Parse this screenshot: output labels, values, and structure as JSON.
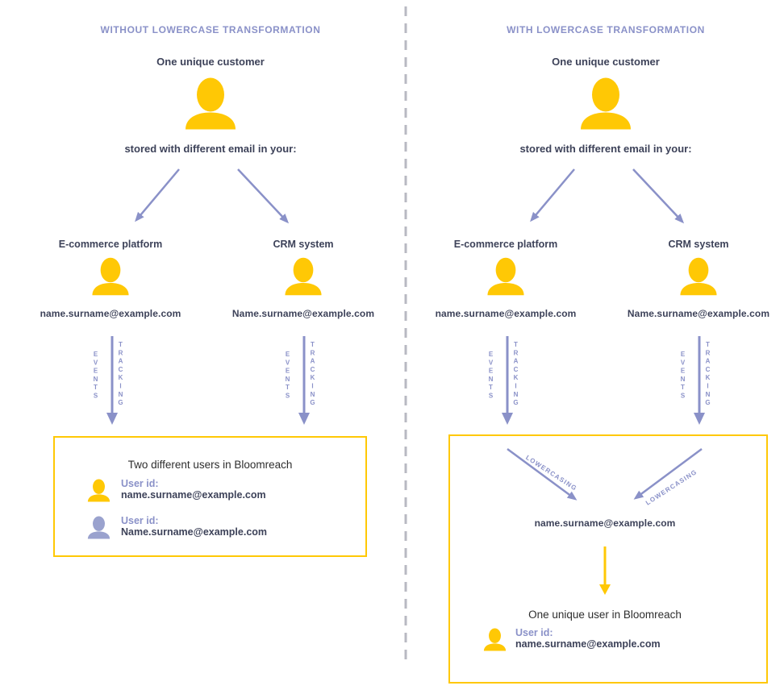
{
  "colors": {
    "accent_purple": "#8a91c8",
    "dark_navy": "#3d4259",
    "brand_yellow": "#ffc805",
    "purple_icon": "#9aa2ce",
    "divider_gray": "#b8b9c2"
  },
  "panels": {
    "left": {
      "title": "WITHOUT LOWERCASE TRANSFORMATION",
      "customer_label": "One unique customer",
      "stored_label": "stored with different email in your:",
      "columns": {
        "ecommerce": {
          "label": "E-commerce platform",
          "email": "name.surname@example.com"
        },
        "crm": {
          "label": "CRM system",
          "email": "Name.surname@example.com"
        }
      },
      "events_word": "EVENTS",
      "tracking_word": "TRACKING",
      "result_box": {
        "caption": "Two different users in Bloomreach",
        "users": [
          {
            "id_label": "User id:",
            "email": "name.surname@example.com"
          },
          {
            "id_label": "User id:",
            "email": "Name.surname@example.com"
          }
        ]
      }
    },
    "right": {
      "title": "WITH LOWERCASE TRANSFORMATION",
      "customer_label": "One unique customer",
      "stored_label": "stored with different email in your:",
      "columns": {
        "ecommerce": {
          "label": "E-commerce platform",
          "email": "name.surname@example.com"
        },
        "crm": {
          "label": "CRM system",
          "email": "Name.surname@example.com"
        }
      },
      "events_word": "EVENTS",
      "tracking_word": "TRACKING",
      "result_box": {
        "lowercasing_left": "LOWERCASING",
        "lowercasing_right": "LOWERCASING",
        "merged_email": "name.surname@example.com",
        "caption": "One unique user in Bloomreach",
        "users": [
          {
            "id_label": "User id:",
            "email": "name.surname@example.com"
          }
        ]
      }
    }
  }
}
